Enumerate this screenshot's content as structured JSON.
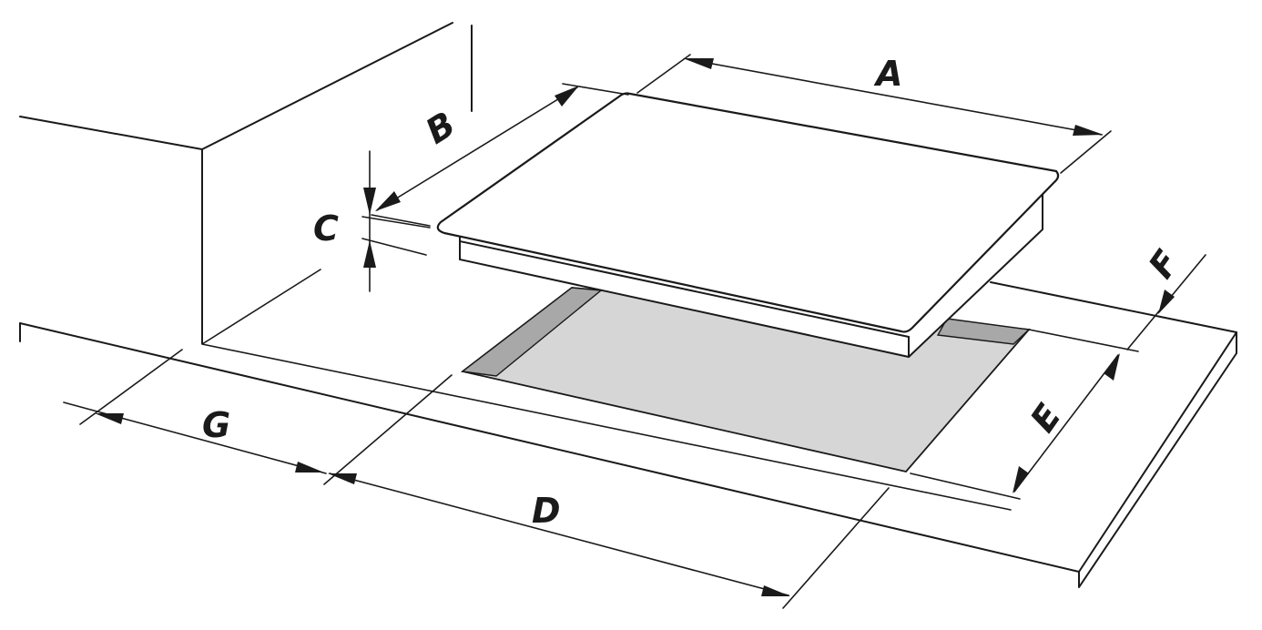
{
  "labels": {
    "a": "A",
    "b": "B",
    "c": "C",
    "d": "D",
    "e": "E",
    "f": "F",
    "g": "G"
  },
  "colors": {
    "line": "#1a1a1a",
    "cutout_fill": "#d6d6d6",
    "cutout_edge": "#a8a8a8",
    "surface": "#ffffff"
  }
}
